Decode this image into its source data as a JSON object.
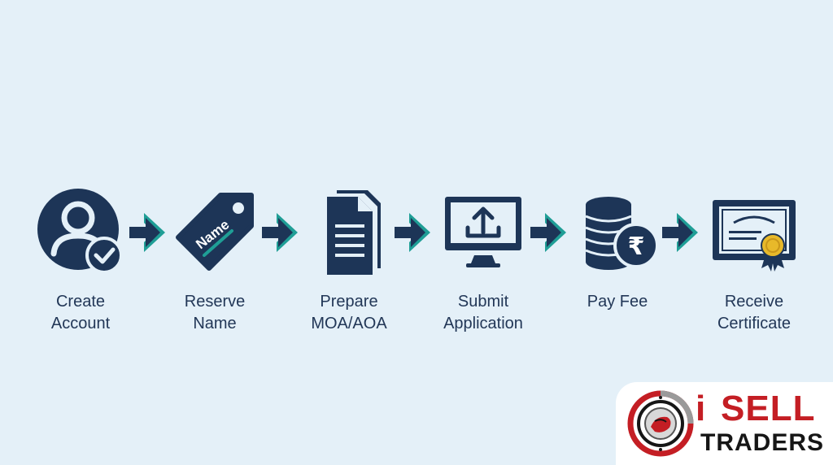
{
  "steps": [
    {
      "icon": "user-check-icon",
      "line1": "Create",
      "line2": "Account"
    },
    {
      "icon": "name-tag-icon",
      "line1": "Reserve",
      "line2": "Name",
      "tag_text": "Name"
    },
    {
      "icon": "document-icon",
      "line1": "Prepare",
      "line2": "MOA/AOA"
    },
    {
      "icon": "monitor-upload-icon",
      "line1": "Submit",
      "line2": "Application"
    },
    {
      "icon": "coins-rupee-icon",
      "line1": "Pay Fee",
      "line2": "",
      "currency_symbol": "₹"
    },
    {
      "icon": "certificate-icon",
      "line1": "Receive",
      "line2": "Certificate"
    }
  ],
  "logo": {
    "word_i": "i",
    "word_sell": "SELL",
    "word_traders": "TRADERS"
  },
  "colors": {
    "background": "#e4f0f8",
    "navy": "#1d3557",
    "teal": "#1f9e96",
    "gold": "#e8b92a",
    "logo_red": "#c41e24",
    "logo_black": "#161616"
  }
}
